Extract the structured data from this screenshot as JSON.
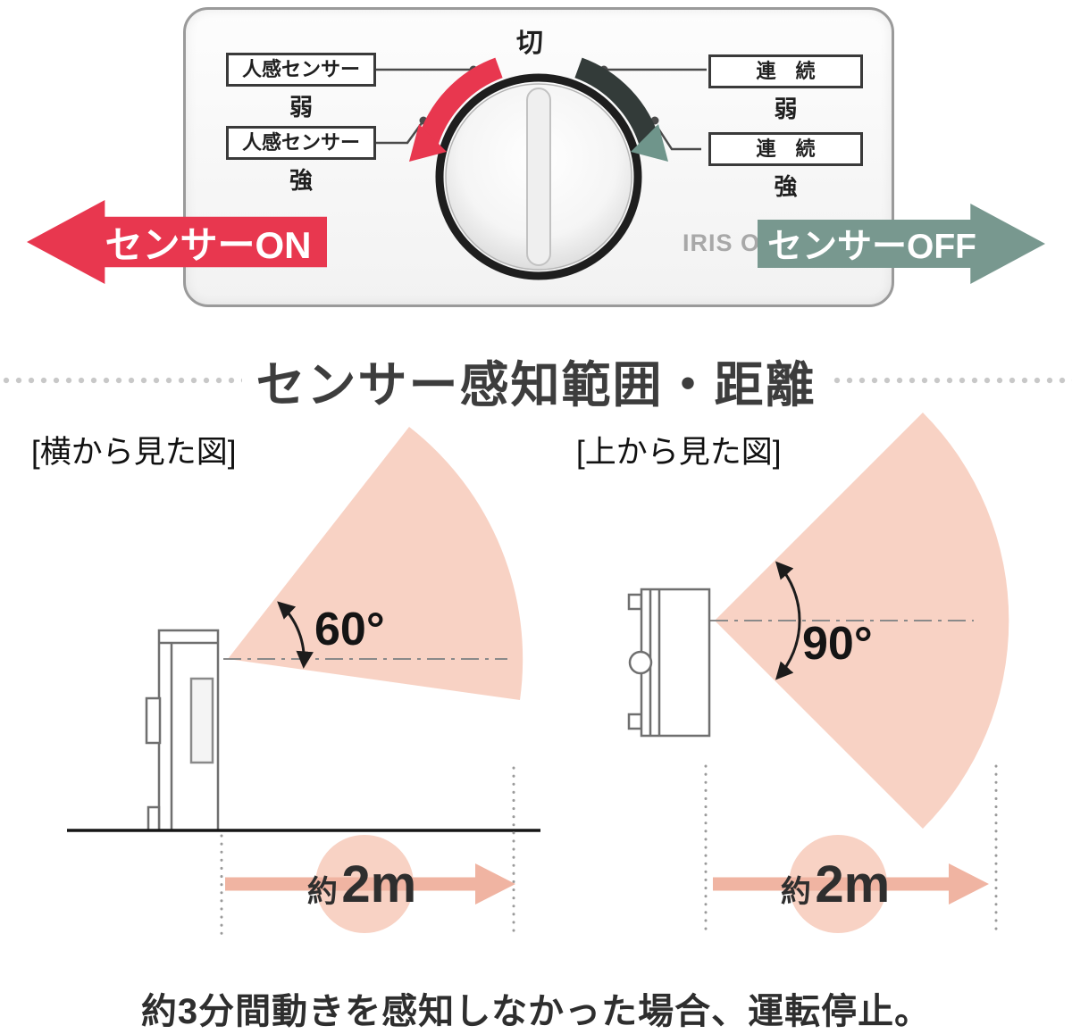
{
  "panel": {
    "off": "切",
    "brand": "IRIS O",
    "labels": {
      "sensor_weak": {
        "box": "人感センサー",
        "level": "弱"
      },
      "sensor_strong": {
        "box": "人感センサー",
        "level": "強"
      },
      "cont_weak": {
        "box": "連　続",
        "level": "弱"
      },
      "cont_strong": {
        "box": "連　続",
        "level": "強"
      }
    },
    "sensor_on": "センサーON",
    "sensor_off": "センサーOFF"
  },
  "section_title": "センサー感知範囲・距離",
  "side_view": {
    "caption": "[横から見た図]",
    "angle": "60°",
    "dist_prefix": "約",
    "dist_value": "2m"
  },
  "top_view": {
    "caption": "[上から見た図]",
    "angle": "90°",
    "dist_prefix": "約",
    "dist_value": "2m"
  },
  "footer_note": "約3分間動きを感知しなかった場合、運転停止。",
  "colors": {
    "sensor_on_red": "#e8374f",
    "sensor_off_teal": "#78988f",
    "cone_pink": "#f8d2c4",
    "arrow_pink": "#f0b4a2"
  }
}
